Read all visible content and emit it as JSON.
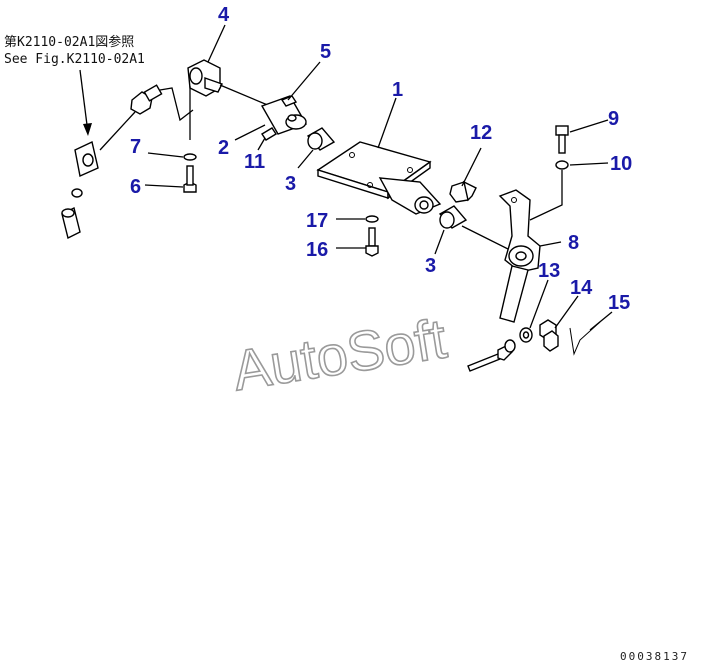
{
  "reference": {
    "jp": "第K2110-02A1図参照",
    "en": "See Fig.K2110-02A1"
  },
  "watermark": "AutoSoft",
  "doc_number": "00038137",
  "callouts": {
    "c1": "1",
    "c2": "2",
    "c3a": "3",
    "c3b": "3",
    "c4": "4",
    "c5": "5",
    "c6": "6",
    "c7": "7",
    "c8": "8",
    "c9": "9",
    "c10": "10",
    "c11": "11",
    "c12": "12",
    "c13": "13",
    "c14": "14",
    "c15": "15",
    "c16": "16",
    "c17": "17"
  },
  "colors": {
    "callout": "#1a1aa8",
    "line": "#000000",
    "watermark_stroke": "#9a9a9a"
  }
}
